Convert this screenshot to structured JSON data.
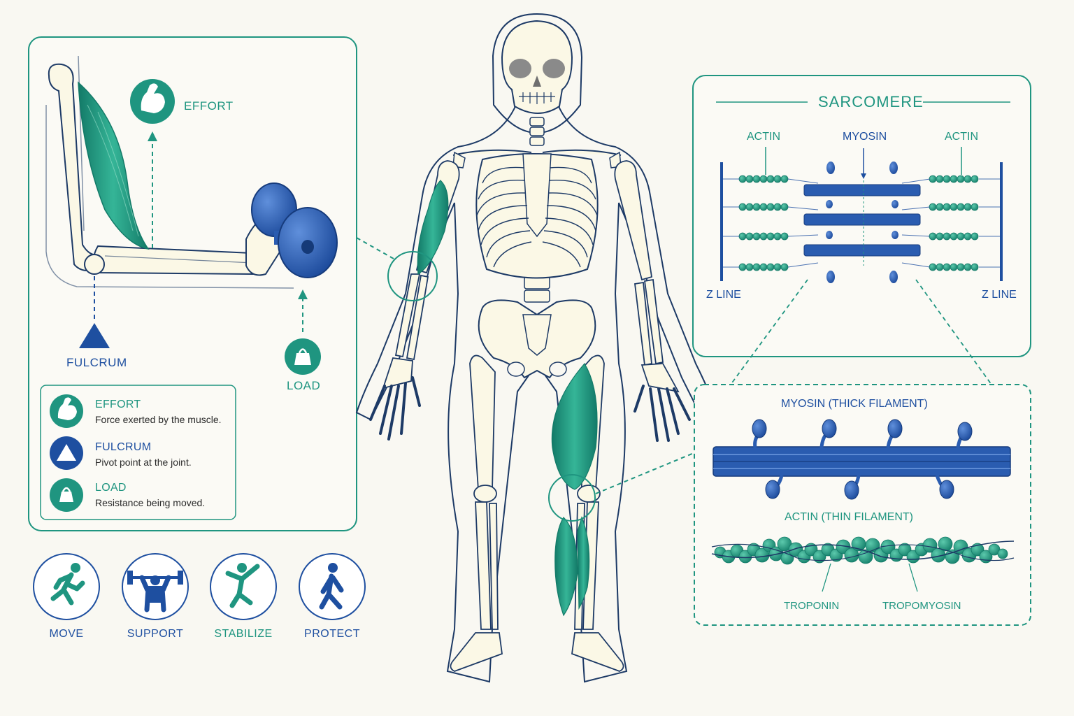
{
  "colors": {
    "teal": "#1f9580",
    "blue": "#1e4fa0",
    "outline": "#1d3a66",
    "bone": "#fbf8e6",
    "background": "#f9f8f2"
  },
  "lever": {
    "effort_label": "EFFORT",
    "fulcrum_label": "FULCRUM",
    "load_label": "LOAD",
    "legend": [
      {
        "title": "EFFORT",
        "description": "Force exerted by the muscle.",
        "icon": "flexed-arm-icon"
      },
      {
        "title": "FULCRUM",
        "description": "Pivot point at the joint.",
        "icon": "triangle-icon"
      },
      {
        "title": "LOAD",
        "description": "Resistance being moved.",
        "icon": "weight-icon"
      }
    ]
  },
  "functions": [
    {
      "label": "MOVE",
      "icon": "running-icon"
    },
    {
      "label": "SUPPORT",
      "icon": "weightlifter-icon"
    },
    {
      "label": "STABILIZE",
      "icon": "balancing-icon"
    },
    {
      "label": "PROTECT",
      "icon": "walking-icon"
    }
  ],
  "sarcomere": {
    "title": "SARCOMERE",
    "actin_left": "ACTIN",
    "myosin": "MYOSIN",
    "actin_right": "ACTIN",
    "z_line_left": "Z LINE",
    "z_line_right": "Z LINE"
  },
  "filaments": {
    "myosin_title": "MYOSIN (THICK FILAMENT)",
    "actin_title": "ACTIN (THIN FILAMENT)",
    "troponin": "TROPONIN",
    "tropomyosin": "TROPOMYOSIN"
  }
}
